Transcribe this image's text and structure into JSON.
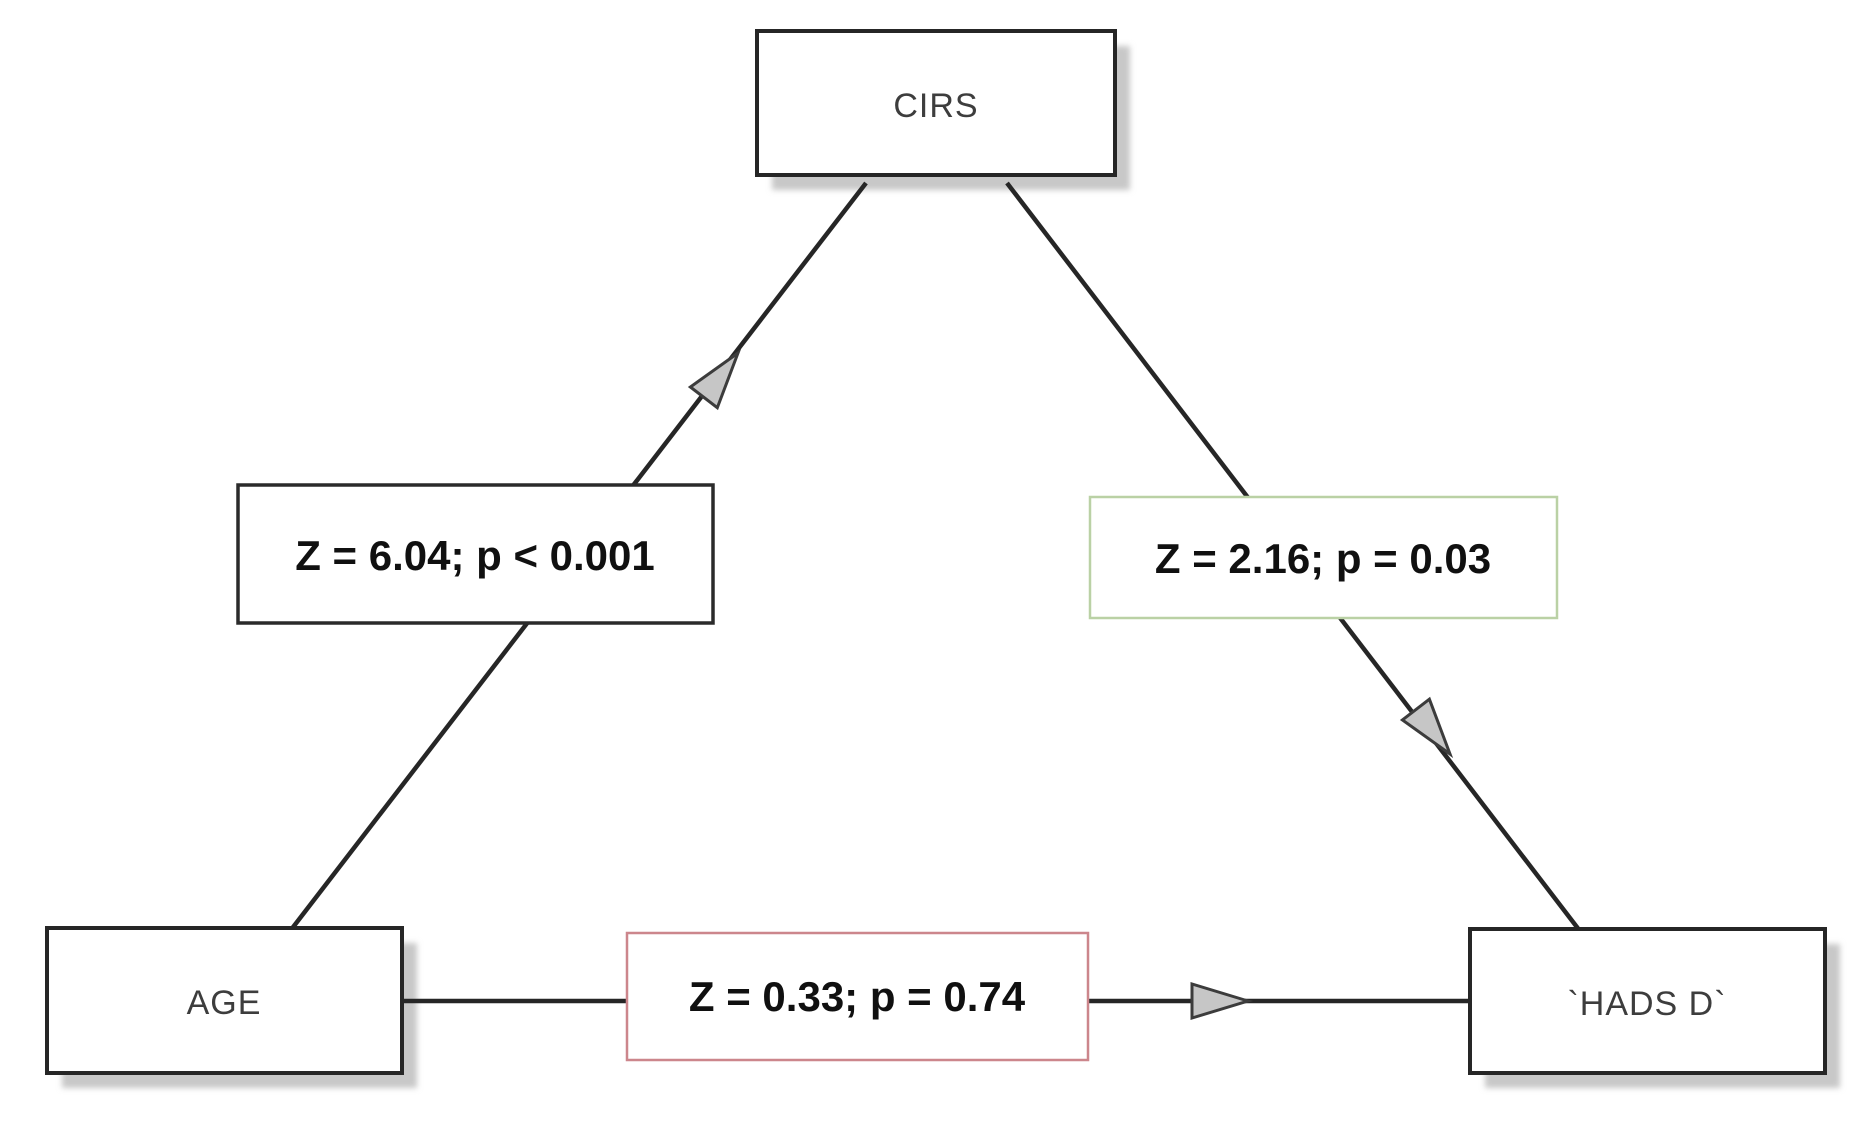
{
  "diagram": {
    "type": "mediation-path-diagram",
    "nodes": {
      "cirs": {
        "label": "CIRS"
      },
      "age": {
        "label": "AGE"
      },
      "hads_d": {
        "label": "`HADS D`"
      }
    },
    "paths": {
      "age_to_cirs": {
        "from": "AGE",
        "to": "CIRS",
        "stat": "Z = 6.04; p < 0.001"
      },
      "cirs_to_hads_d": {
        "from": "CIRS",
        "to": "`HADS D`",
        "stat": "Z = 2.16; p = 0.03"
      },
      "age_to_hads_d": {
        "from": "AGE",
        "to": "`HADS D`",
        "stat": "Z = 0.33; p = 0.74"
      }
    },
    "colors": {
      "background": "#ffffff",
      "line": "#262626",
      "node_border": "#262626",
      "node_fill": "#ffffff",
      "node_text": "#3d3d3d",
      "stat_text": "#101010",
      "arrow_fill": "#c6c6c6",
      "arrow_outline": "#3c3c3c",
      "shadow": "#c8c8c8",
      "stat_border_black": "#2b2b2b",
      "stat_border_green": "#bad1a5",
      "stat_border_red": "#cc868c"
    }
  }
}
